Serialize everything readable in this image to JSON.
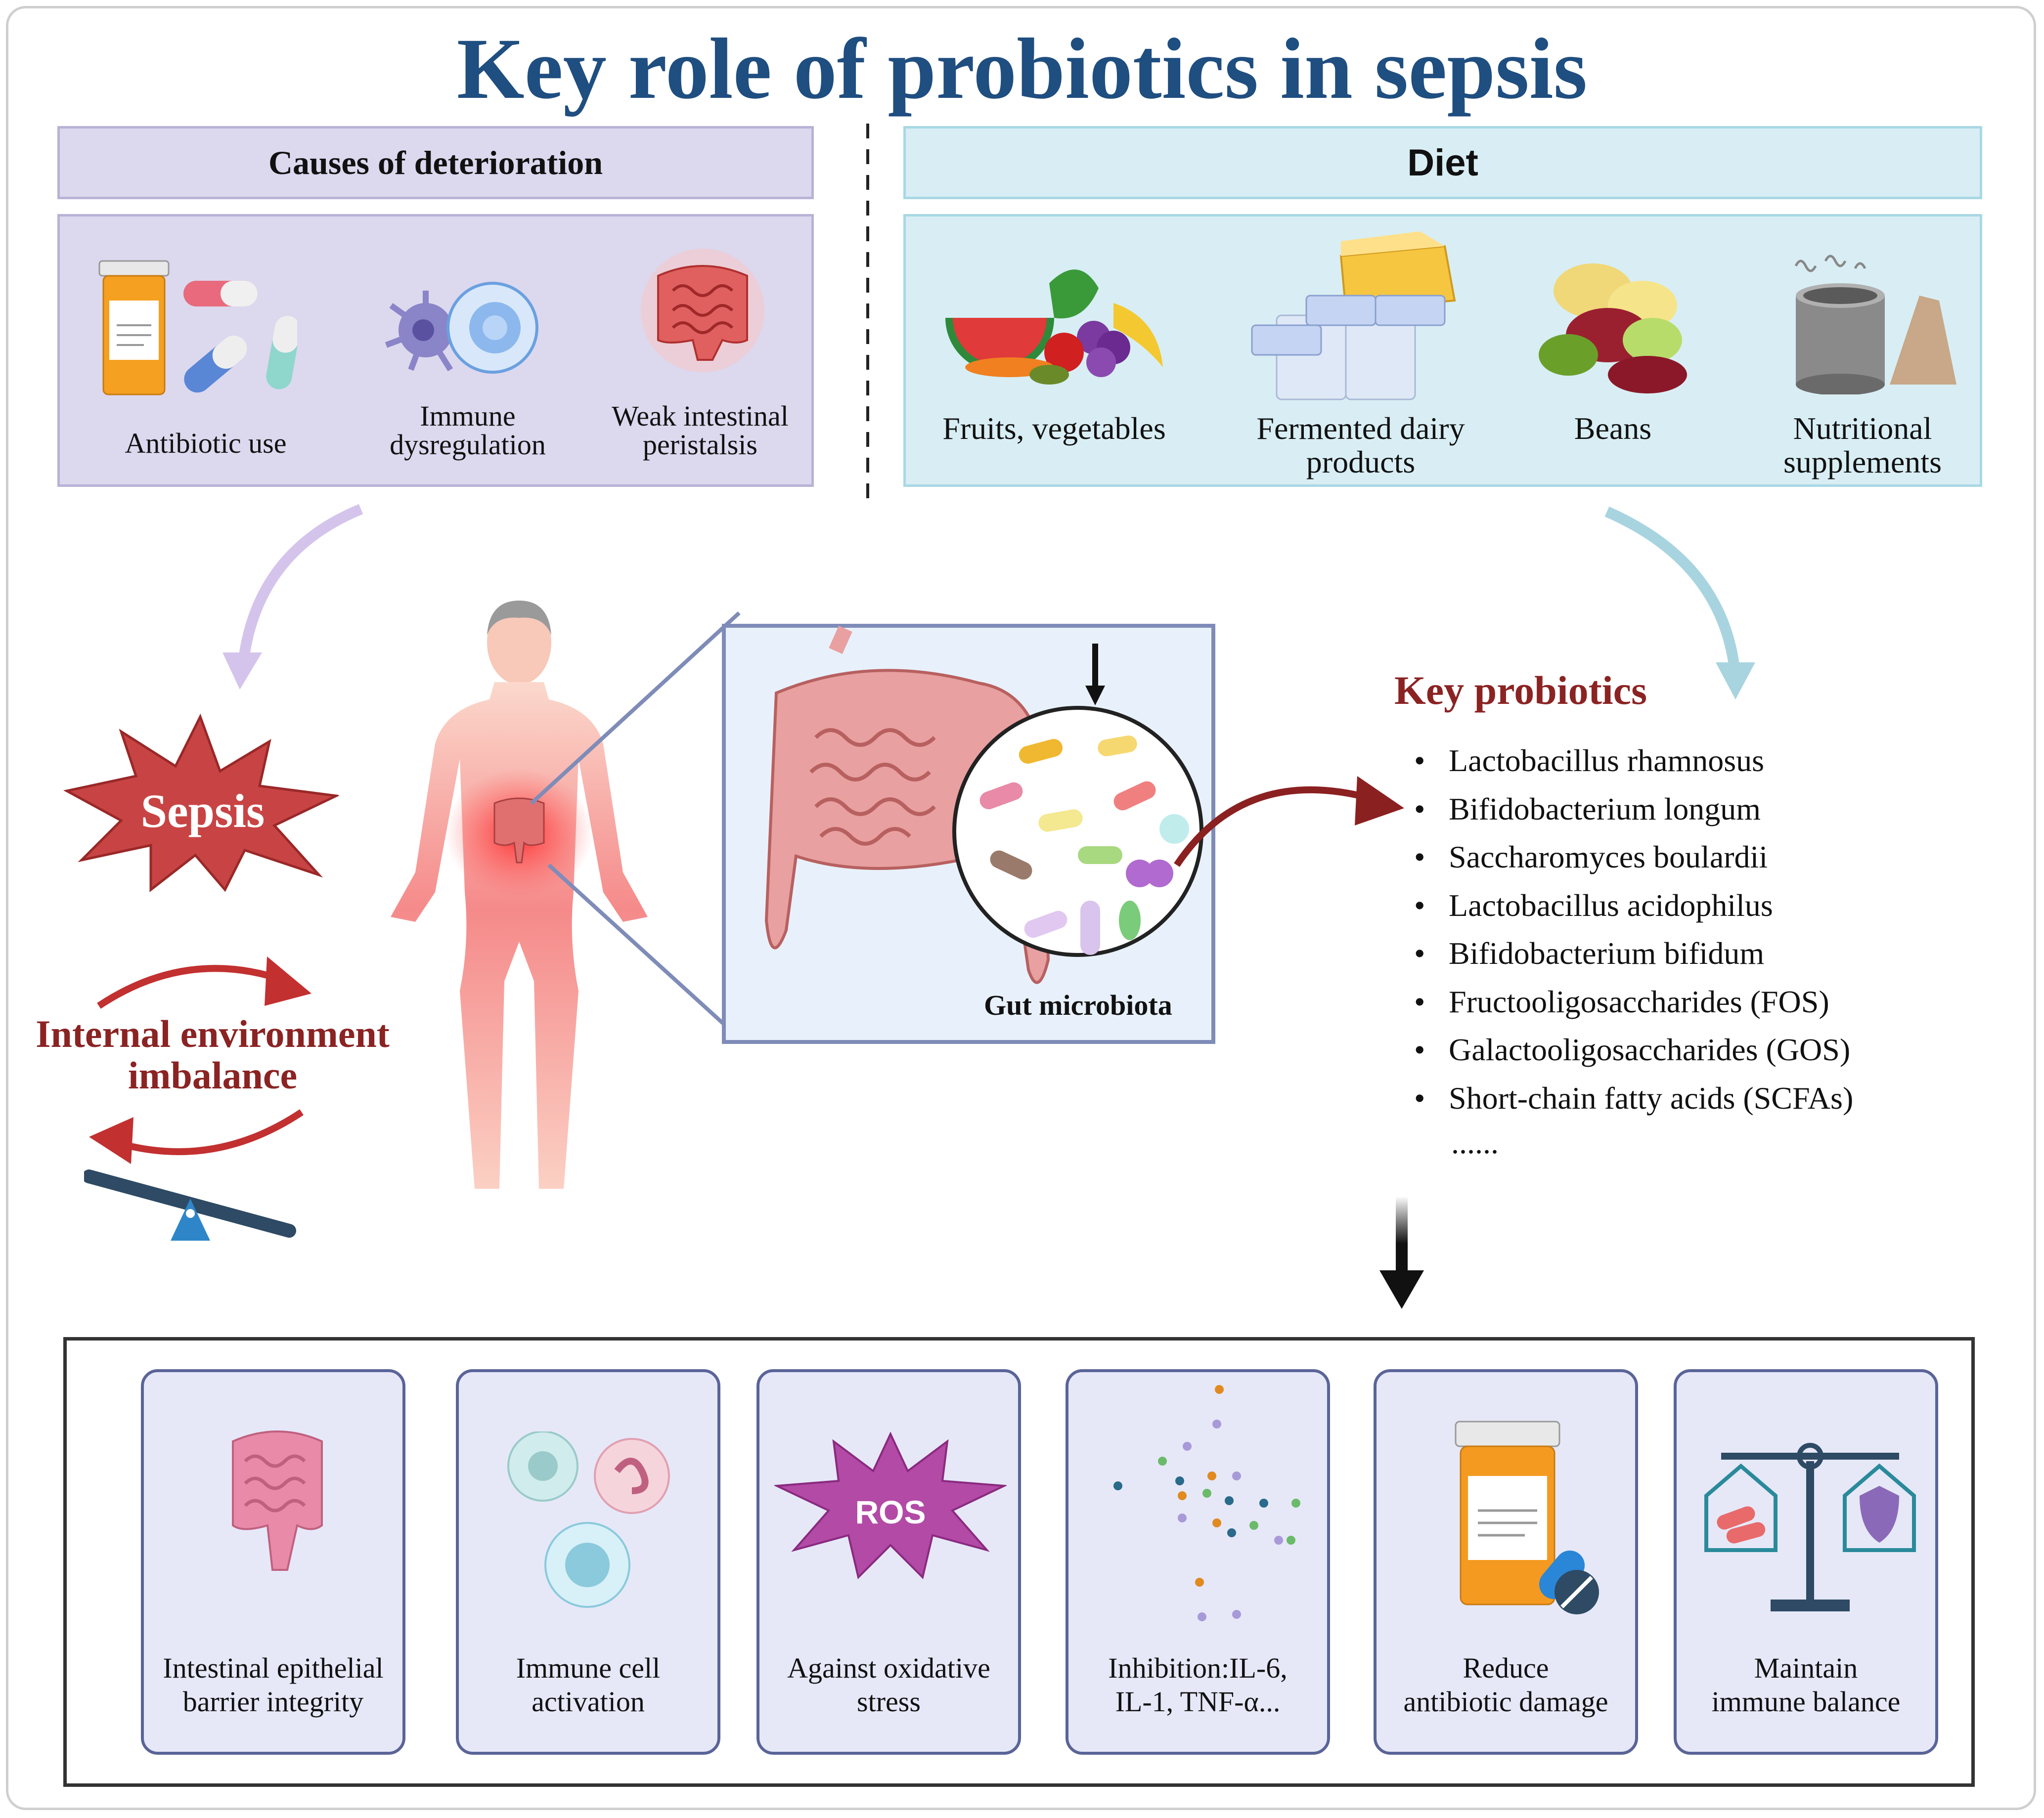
{
  "title": "Key role of probiotics in sepsis",
  "causes": {
    "header": "Causes of deterioration",
    "items": [
      {
        "label": "Antibiotic use",
        "icon": "pill-bottle-capsules-icon"
      },
      {
        "label1": "Immune",
        "label2": "dysregulation",
        "icon": "immune-cells-icon"
      },
      {
        "label1": "Weak intestinal",
        "label2": "peristalsis",
        "icon": "inflamed-intestine-icon"
      }
    ]
  },
  "diet": {
    "header": "Diet",
    "items": [
      {
        "label": "Fruits, vegetables",
        "icon": "fruits-vegetables-icon"
      },
      {
        "label1": "Fermented dairy",
        "label2": "products",
        "icon": "dairy-products-icon"
      },
      {
        "label": "Beans",
        "icon": "beans-icon"
      },
      {
        "label1": "Nutritional",
        "label2": "supplements",
        "icon": "supplement-powder-icon"
      }
    ]
  },
  "center": {
    "sepsis": "Sepsis",
    "imbalance1": "Internal environment",
    "imbalance2": "imbalance",
    "gut_label": "Gut microbiota"
  },
  "key_probiotics": {
    "title": "Key probiotics",
    "items": [
      "Lactobacillus   rhamnosus",
      "Bifidobacterium   longum",
      "Saccharomyces   boulardii",
      "Lactobacillus   acidophilus",
      "Bifidobacterium   bifidum",
      "Fructooligosaccharides   (FOS)",
      "Galactooligosaccharides   (GOS)",
      "Short-chain   fatty acids (SCFAs)"
    ],
    "more": "......"
  },
  "effects": [
    {
      "label1": "Intestinal epithelial",
      "label2": "barrier integrity",
      "icon": "healthy-intestine-icon"
    },
    {
      "label1": "Immune cell",
      "label2": "activation",
      "icon": "immune-cell-icon"
    },
    {
      "label1": "Against oxidative",
      "label2": "stress",
      "icon": "ros-burst-icon",
      "badge": "ROS"
    },
    {
      "label1": "Inhibition:IL-6,",
      "label2": "IL-1, TNF-α...",
      "icon": "cytokine-dots-icon"
    },
    {
      "label1": "Reduce",
      "label2": "antibiotic damage",
      "icon": "pill-bottle-icon"
    },
    {
      "label1": "Maintain",
      "label2": "immune balance",
      "icon": "balance-scale-icon"
    }
  ],
  "colors": {
    "title": "#1f4e80",
    "accent_red": "#8b2323",
    "causes_bg": "#dcd8ee",
    "diet_bg": "#d8eef4",
    "card_bg": "#e6e8f8"
  }
}
